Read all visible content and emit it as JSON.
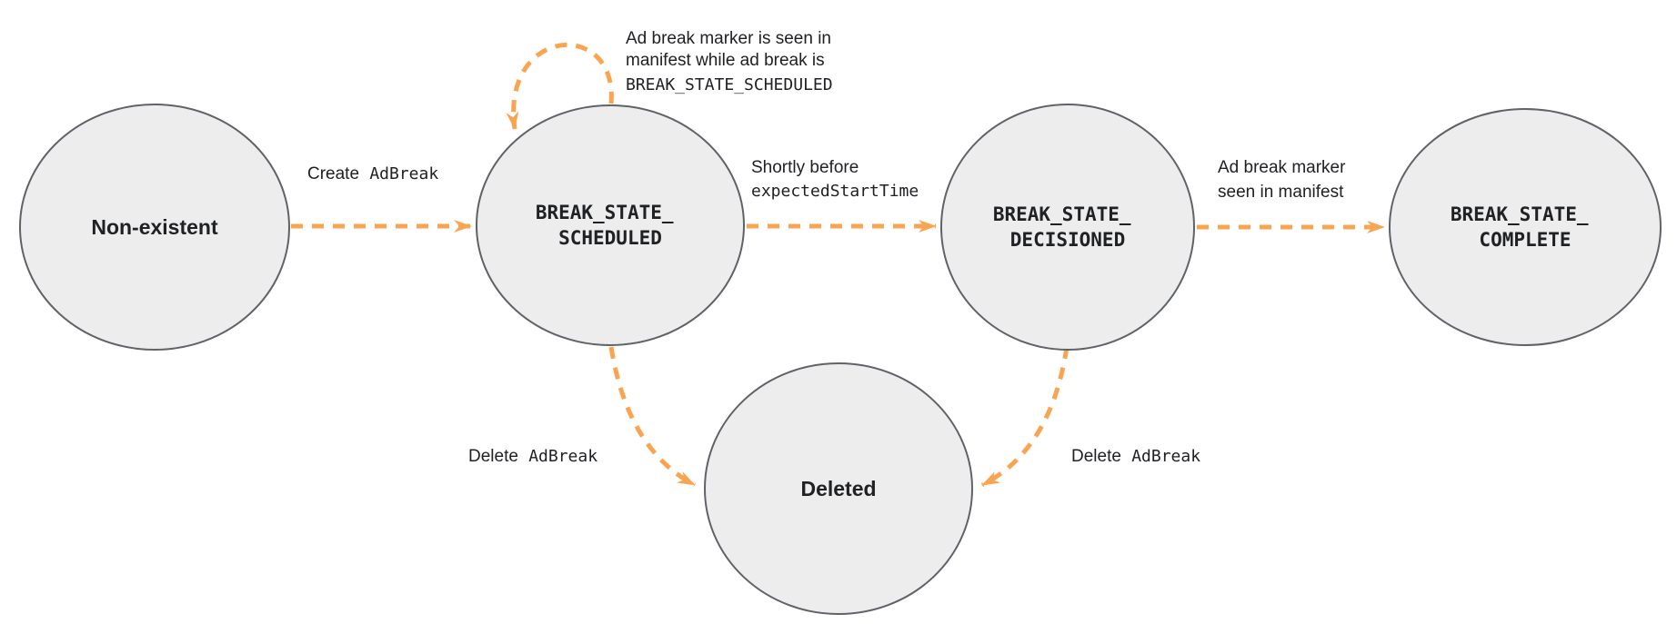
{
  "diagram": {
    "type": "state-diagram",
    "colors": {
      "state_fill": "#ededed",
      "state_border": "#5f6368",
      "arrow": "#f9a450",
      "text": "#202124"
    },
    "states": [
      {
        "name": "Non-existent"
      },
      {
        "name_line1": "BREAK_STATE_",
        "name_line2": "SCHEDULED"
      },
      {
        "name_line1": "BREAK_STATE_",
        "name_line2": "DECISIONED"
      },
      {
        "name_line1": "BREAK_STATE_",
        "name_line2": "COMPLETE"
      },
      {
        "name": "Deleted"
      }
    ],
    "transitions": [
      {
        "from": "Non-existent",
        "to": "BREAK_STATE_SCHEDULED",
        "label_plain": "Create",
        "label_code": "AdBreak"
      },
      {
        "from": "BREAK_STATE_SCHEDULED",
        "to": "BREAK_STATE_SCHEDULED",
        "label_line1": "Ad break marker is seen in",
        "label_line2": "manifest while ad break is",
        "label_line3_code": "BREAK_STATE_SCHEDULED"
      },
      {
        "from": "BREAK_STATE_SCHEDULED",
        "to": "BREAK_STATE_DECISIONED",
        "label_line1": "Shortly before",
        "label_line2_code": "expectedStartTime"
      },
      {
        "from": "BREAK_STATE_DECISIONED",
        "to": "BREAK_STATE_COMPLETE",
        "label_line1": "Ad break marker",
        "label_line2": "seen in manifest"
      },
      {
        "from": "BREAK_STATE_SCHEDULED",
        "to": "Deleted",
        "label_plain": "Delete",
        "label_code": "AdBreak"
      },
      {
        "from": "BREAK_STATE_DECISIONED",
        "to": "Deleted",
        "label_plain": "Delete",
        "label_code": "AdBreak"
      }
    ]
  }
}
